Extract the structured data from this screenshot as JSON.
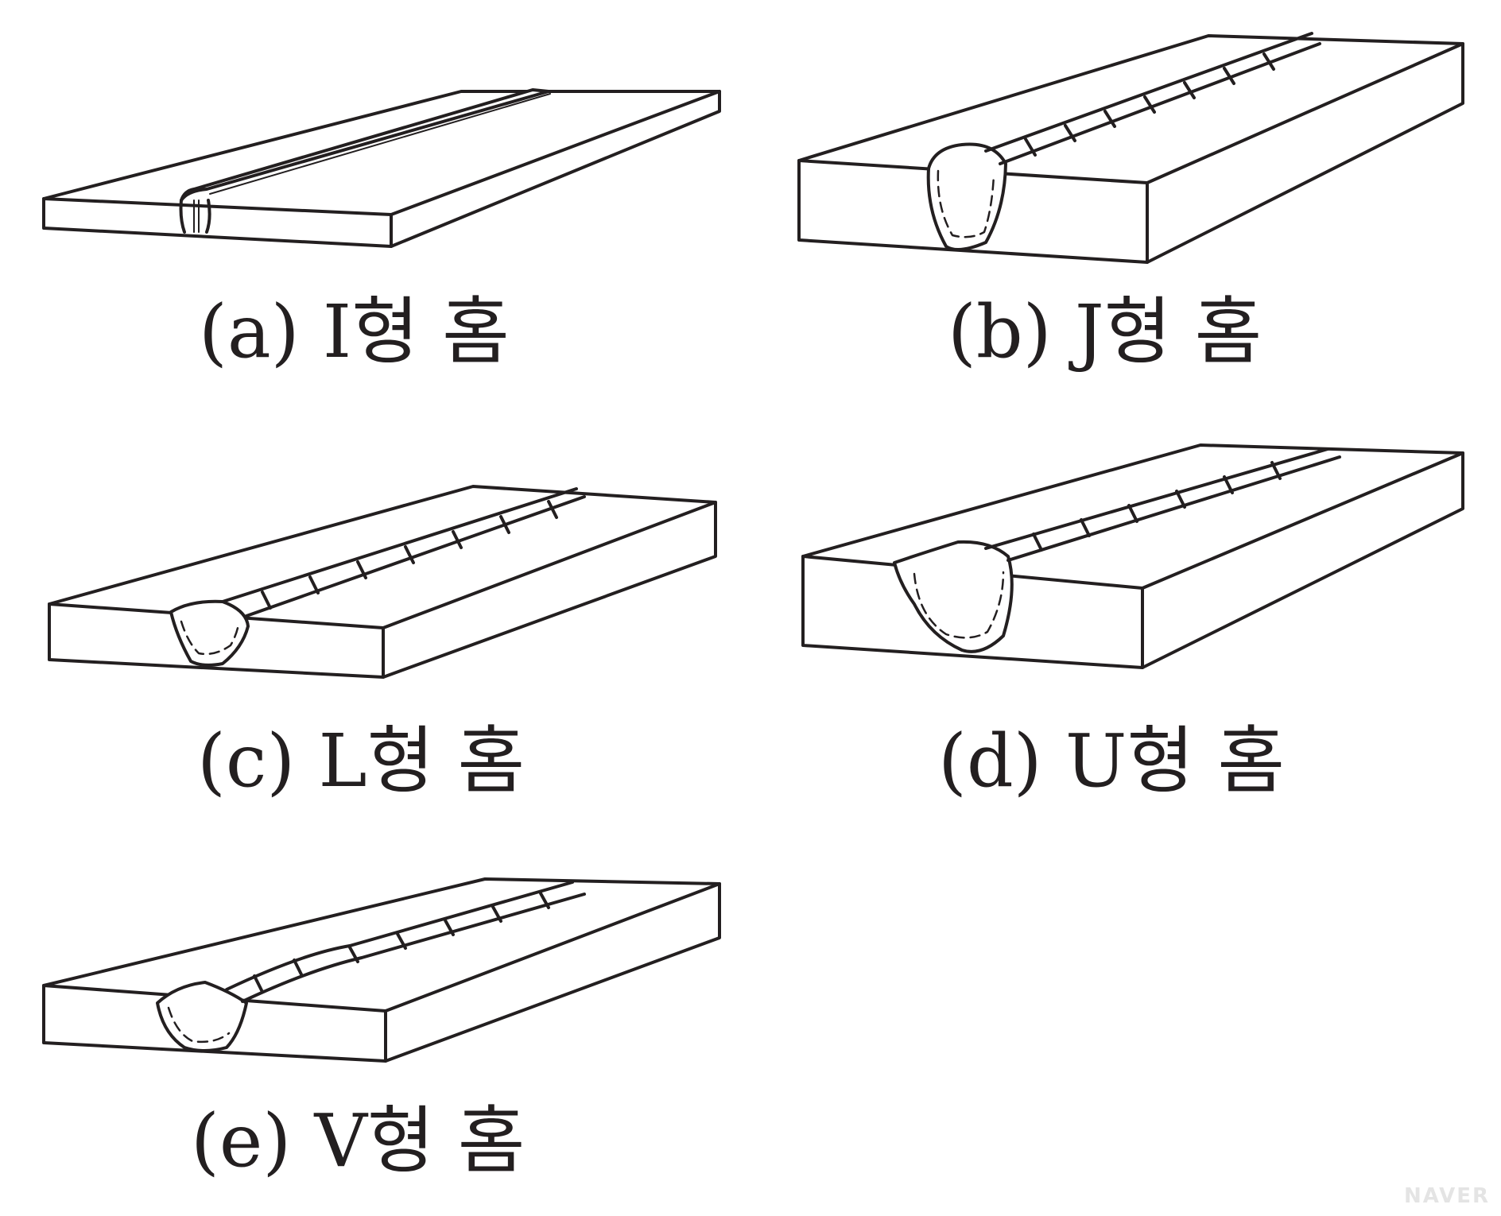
{
  "captions": {
    "a": "(a) I형 홈",
    "b": "(b) J형 홈",
    "c": "(c) L형 홈",
    "d": "(d) U형 홈",
    "e": "(e) V형 홈"
  },
  "watermark": "NAVER",
  "colors": {
    "line": "#231f20",
    "background": "#ffffff",
    "watermark": "#e4e4e4"
  }
}
